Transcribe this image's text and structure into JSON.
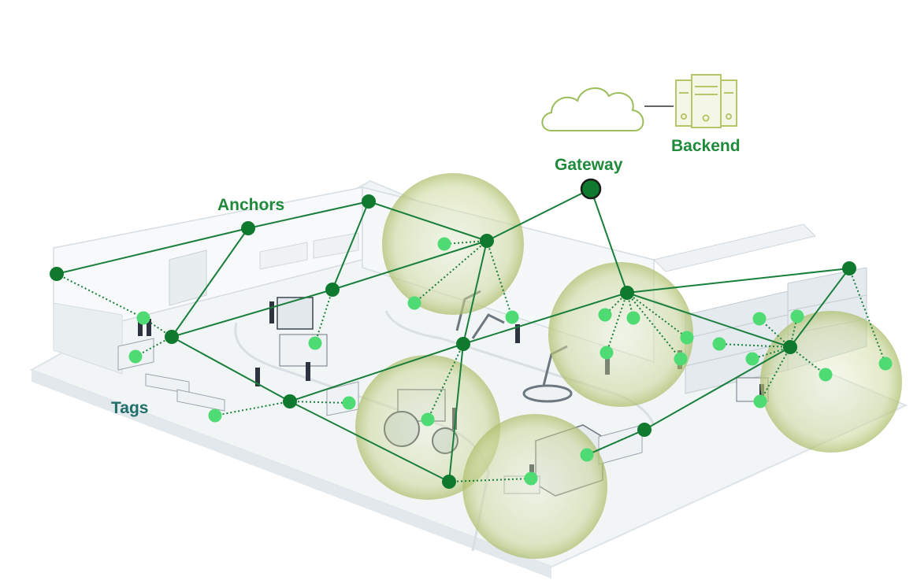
{
  "labels": {
    "anchors": "Anchors",
    "tags": "Tags",
    "gateway": "Gateway",
    "backend": "Backend"
  },
  "colors": {
    "anchor": "#0f7a2e",
    "tag": "#4fdb73",
    "gateway_fill": "#0f7a2e",
    "gateway_ring": "#1b1b1b",
    "link": "#1a7f3c",
    "cloud": "#9bbd5a",
    "backend": "#b8c46a",
    "coverage": "#c9d59a",
    "label_green": "#1f8a3a",
    "label_teal": "#1f6f6a"
  },
  "icons": {
    "cloud": "cloud-icon",
    "backend": "server-rack-icon"
  }
}
